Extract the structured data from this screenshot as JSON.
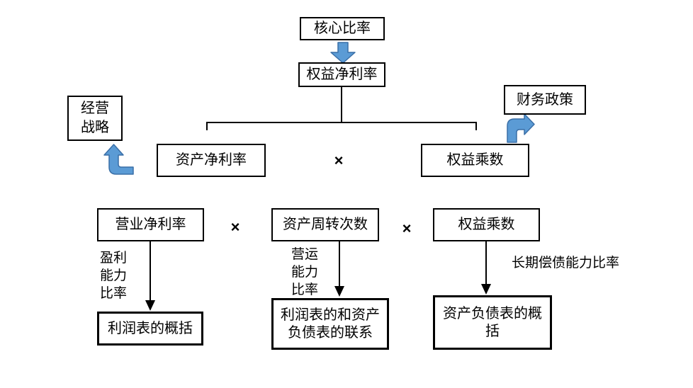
{
  "nodes": {
    "core_ratio": "核心比率",
    "return_on_equity": "权益净利率",
    "business_strategy": [
      "经营",
      "战略"
    ],
    "financial_policy": "财务政策",
    "return_on_assets": "资产净利率",
    "equity_multiplier_mid": "权益乘数",
    "net_profit_margin": "营业净利率",
    "asset_turnover": "资产周转次数",
    "equity_multiplier_bottom": "权益乘数",
    "income_statement_summary": "利润表的概括",
    "income_balance_link": [
      "利润表的和资产",
      "负债表的联系"
    ],
    "balance_sheet_summary": [
      "资产负债表的概",
      "括"
    ]
  },
  "operators": {
    "multiply_row2": "×",
    "multiply_row3_left": "×",
    "multiply_row3_right": "×"
  },
  "labels": {
    "profitability_ratio": [
      "盈利",
      "能力",
      "比率"
    ],
    "operating_capacity_ratio": [
      "营运",
      "能力",
      "比率"
    ],
    "long_term_solvency_ratio": "长期偿债能力比率"
  },
  "colors": {
    "background": "#ffffff",
    "box_border": "#000000",
    "text": "#000000",
    "connector_line": "#000000",
    "blue_arrow_fill": "#5B9BD5",
    "blue_arrow_stroke": "#3A6FA7"
  }
}
